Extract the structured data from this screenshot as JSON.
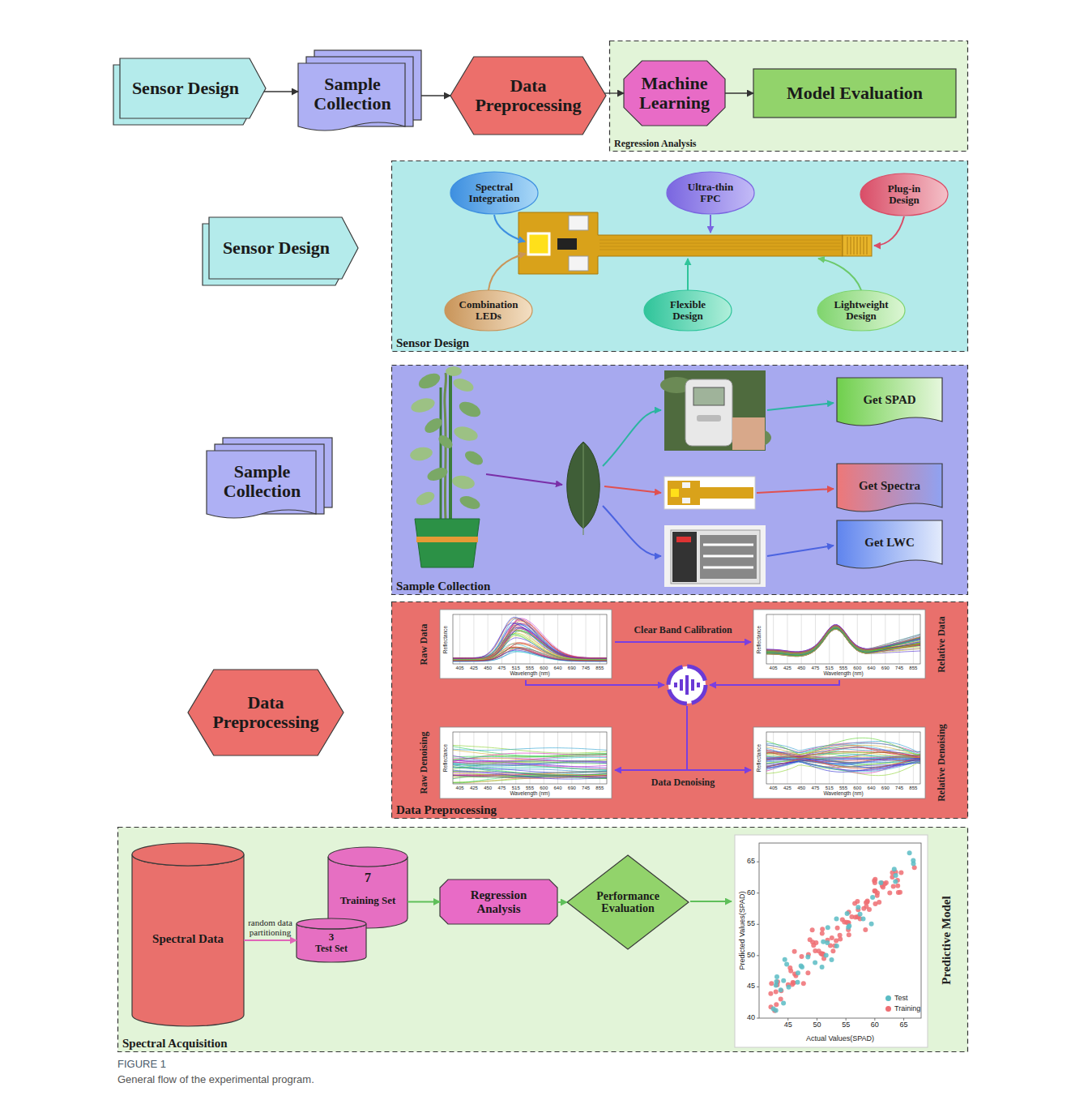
{
  "diagram": {
    "caption": "General flow of the experimental program.",
    "nodes": [
      {
        "text": [
          "Sensor Design"
        ]
      },
      {
        "text": [
          "Sample Collection"
        ]
      },
      {
        "text": [
          "Data Preprocessing"
        ]
      },
      {
        "text": [
          "Regression Analysis"
        ]
      },
      {
        "text": [
          "Machine Learning"
        ],
        "in": 3
      },
      {
        "text": [
          "Model Evaluation"
        ],
        "in": 3
      },
      {
        "text": [
          "Sensor Design"
        ]
      },
      {
        "text": [
          "Sensor Design"
        ]
      },
      {
        "text": [
          "Spectral Integration"
        ],
        "in": 7
      },
      {
        "text": [
          "Ultra-thin FPC"
        ],
        "in": 7
      },
      {
        "text": [
          "Plug-in Design"
        ],
        "in": 7
      },
      {
        "text": [
          "Combination LEDs"
        ],
        "in": 7
      },
      {
        "text": [
          "Flexible Design"
        ],
        "in": 7
      },
      {
        "text": [
          "Lightweight Design"
        ],
        "in": 7
      },
      {
        "text": [
          "Sample Collection"
        ]
      },
      {
        "text": [
          "Sample Collection"
        ]
      },
      {
        "text": [
          "Get SPAD"
        ],
        "in": 15
      },
      {
        "text": [
          "Get Spectra"
        ],
        "in": 15
      },
      {
        "text": [
          "Get LWC"
        ],
        "in": 15
      },
      {
        "text": [
          "Data Preprocessing"
        ]
      },
      {
        "text": [
          "Data Preprocessing"
        ]
      },
      {
        "text": [
          "Spectral Acquisition"
        ]
      },
      {
        "text": [
          "Spectral Data"
        ],
        "in": 21
      },
      {
        "text": [
          "7",
          "Training Set"
        ],
        "in": 21
      },
      {
        "text": [
          "3",
          "Test Set"
        ],
        "in": 21
      },
      {
        "text": [
          "Regression Analysis"
        ],
        "in": 21
      },
      {
        "text": [
          "Performance Evaluation"
        ],
        "in": 21
      }
    ],
    "edges": [
      {
        "from": 0,
        "to": 1,
        "arrow": "to"
      },
      {
        "from": 1,
        "to": 2,
        "arrow": "to"
      },
      {
        "from": 2,
        "to": 4,
        "arrow": "to"
      },
      {
        "from": 4,
        "to": 5,
        "arrow": "to"
      },
      {
        "from": 22,
        "to": 24,
        "arrow": "to",
        "label": "random data partitioning"
      },
      {
        "from": 23,
        "to": 25,
        "arrow": "to"
      },
      {
        "from": 25,
        "to": 26,
        "arrow": "to"
      }
    ],
    "labels": [
      "Raw Data",
      "Relative Data",
      "Raw Denoising",
      "Relative Denoising",
      "Clear Band Calibration",
      "Data Denoising",
      "Reflectance",
      "Wavelength (nm)",
      "405",
      "425",
      "450",
      "475",
      "515",
      "555",
      "600",
      "640",
      "690",
      "745",
      "855",
      "Reflectance",
      "Wavelength (nm)",
      "405",
      "425",
      "450",
      "475",
      "515",
      "555",
      "600",
      "640",
      "690",
      "745",
      "855",
      "Reflectance",
      "Wavelength (nm)",
      "405",
      "425",
      "450",
      "475",
      "515",
      "555",
      "600",
      "640",
      "690",
      "745",
      "855",
      "Reflectance",
      "Wavelength (nm)",
      "405",
      "425",
      "450",
      "475",
      "515",
      "555",
      "600",
      "640",
      "690",
      "745",
      "855",
      "Predicted Values(SPAD)",
      "Actual Values(SPAD)",
      "40",
      "45",
      "50",
      "55",
      "60",
      "65",
      "45",
      "50",
      "55",
      "60",
      "65",
      "Predictive Model",
      "FIGURE 1"
    ],
    "legend": [
      {
        "text": "Test",
        "color": "#5bbcc4"
      },
      {
        "text": "Training",
        "color": "#ee6e73"
      }
    ]
  }
}
